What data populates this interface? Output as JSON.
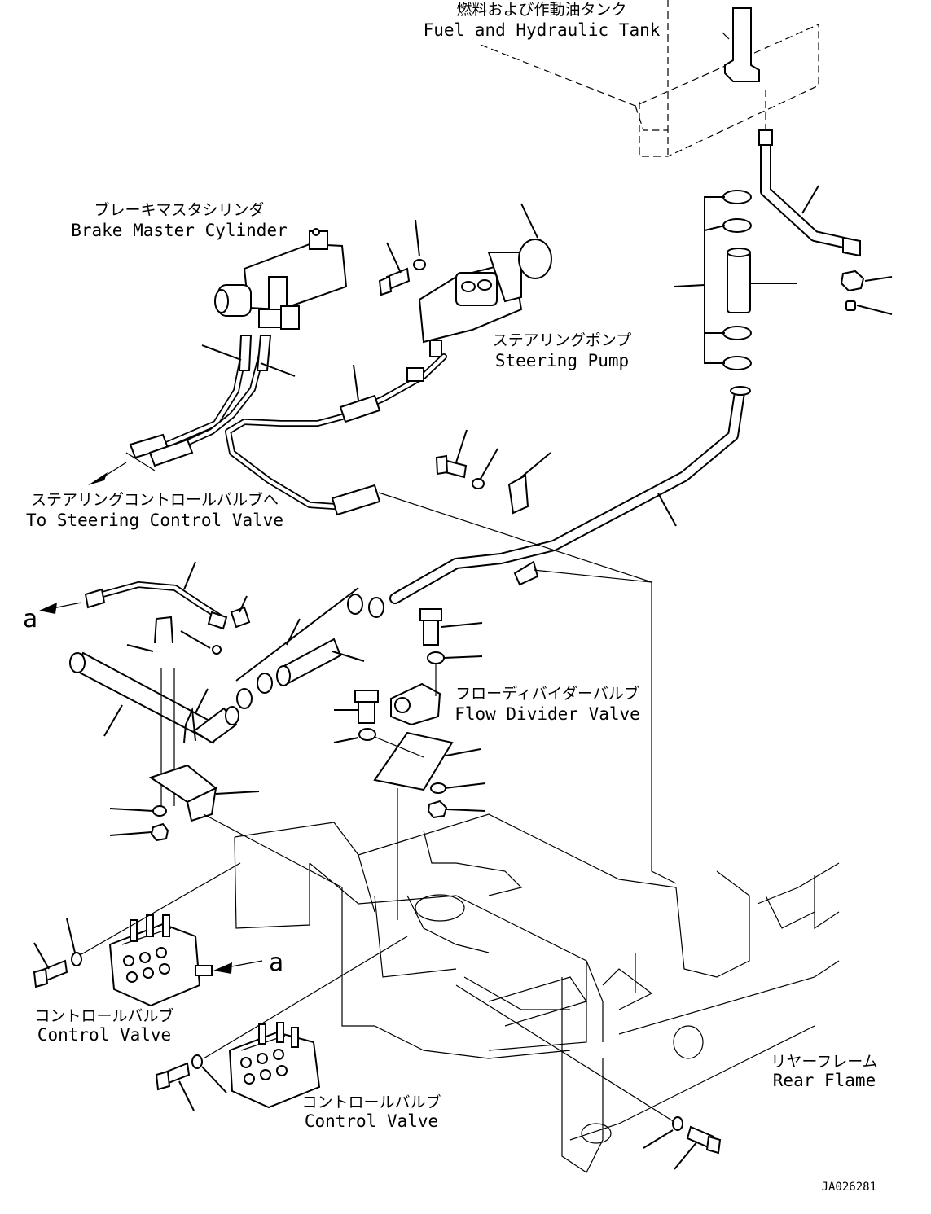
{
  "labels": {
    "fuel_tank_jp": "燃料および作動油タンク",
    "fuel_tank_en": "Fuel and Hydraulic Tank",
    "brake_jp": "ブレーキマスタシリンダ",
    "brake_en": "Brake Master Cylinder",
    "steering_pump_jp": "ステアリングポンプ",
    "steering_pump_en": "Steering Pump",
    "to_steering_jp": "ステアリングコントロールバルブへ",
    "to_steering_en": "To Steering Control Valve",
    "flow_divider_jp": "フローディバイダーバルブ",
    "flow_divider_en": "Flow Divider Valve",
    "control_valve1_jp": "コントロールバルブ",
    "control_valve1_en": "Control Valve",
    "control_valve2_jp": "コントロールバルブ",
    "control_valve2_en": "Control Valve",
    "rear_frame_jp": "リヤーフレーム",
    "rear_frame_en": "Rear Flame",
    "ref_a_left": "a",
    "ref_a_valve": "a",
    "drawing_no": "JA026281"
  }
}
